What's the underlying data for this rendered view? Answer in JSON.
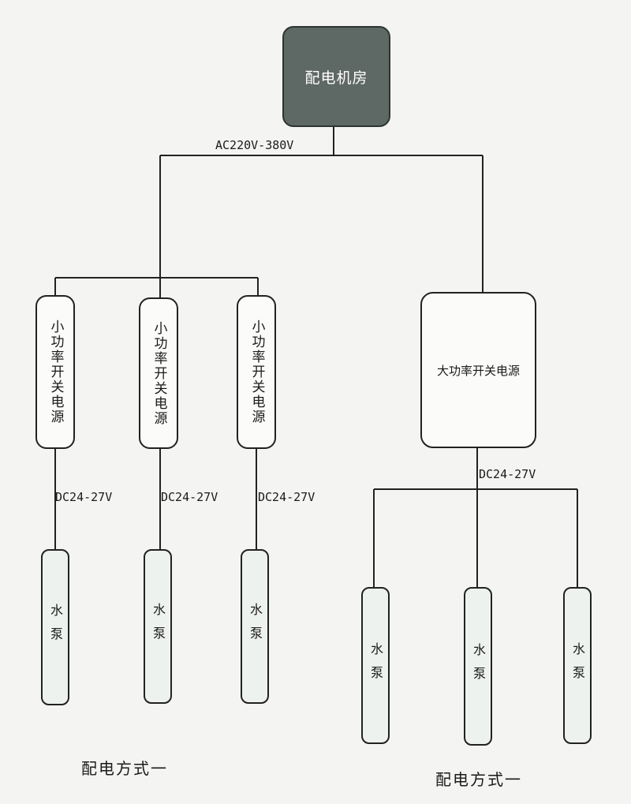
{
  "room": {
    "label": "配电机房"
  },
  "ac_label": "AC220V-380V",
  "small_psus": [
    {
      "label": "小功率开关电源"
    },
    {
      "label": "小功率开关电源"
    },
    {
      "label": "小功率开关电源"
    }
  ],
  "large_psu": {
    "label": "大功率开关电源"
  },
  "dc_labels": [
    "DC24-27V",
    "DC24-27V",
    "DC24-27V",
    "DC24-27V"
  ],
  "pumps_left": [
    {
      "label": "水泵"
    },
    {
      "label": "水泵"
    },
    {
      "label": "水泵"
    }
  ],
  "pumps_right": [
    {
      "label": "水泵"
    },
    {
      "label": "水泵"
    },
    {
      "label": "水泵"
    }
  ],
  "captions": [
    "配电方式一",
    "配电方式一"
  ],
  "colors": {
    "line": "#222222",
    "room_fill": "#5e6864",
    "room_text": "#ffffff"
  }
}
